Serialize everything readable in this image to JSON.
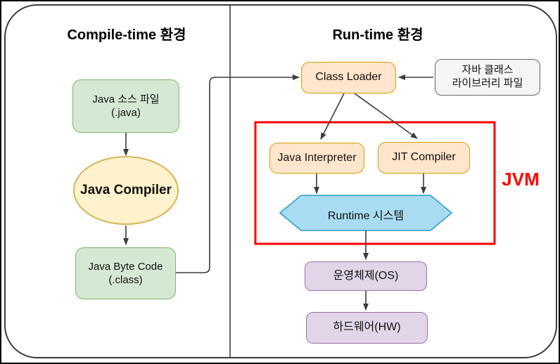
{
  "titles": {
    "compile": "Compile-time 환경",
    "runtime": "Run-time 환경"
  },
  "nodes": {
    "java_source": {
      "line1": "Java 소스 파일",
      "line2": "(.java)"
    },
    "java_compiler": {
      "label": "Java Compiler"
    },
    "java_byte_code": {
      "line1": "Java Byte Code",
      "line2": "(.class)"
    },
    "class_loader": {
      "label": "Class Loader"
    },
    "class_library": {
      "line1": "자바 클래스",
      "line2": "라이브러리 파일"
    },
    "java_interpreter": {
      "label": "Java Interpreter"
    },
    "jit_compiler": {
      "label": "JIT Compiler"
    },
    "runtime_system": {
      "label": "Runtime 시스템"
    },
    "os": {
      "label": "운영체제(OS)"
    },
    "hardware": {
      "label": "하드웨어(HW)"
    },
    "jvm_badge": {
      "label": "JVM"
    }
  },
  "colors": {
    "green_fill": "#d5e8d4",
    "green_stroke": "#82b366",
    "yellow_fill": "#fff2cc",
    "yellow_stroke": "#d6b656",
    "orange_fill": "#ffe6cc",
    "orange_stroke": "#d79b00",
    "gray_fill": "#f5f5f5",
    "gray_stroke": "#666666",
    "blue_fill": "#a9dcf2",
    "blue_stroke": "#2d9dc7",
    "purple_fill": "#e1d5e7",
    "purple_stroke": "#9673a6",
    "red": "#ff0000",
    "line": "#3b3b3b"
  }
}
